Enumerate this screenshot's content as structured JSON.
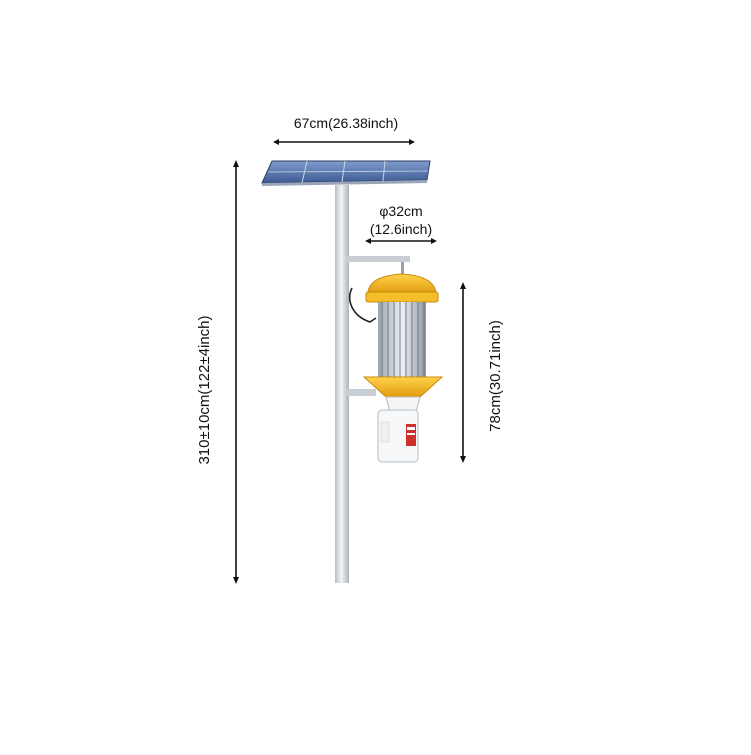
{
  "dimensions": {
    "panel_width": "67cm(26.38inch)",
    "lamp_diameter_cm": "φ32cm",
    "lamp_diameter_in": "(12.6inch)",
    "total_height": "310±10cm(122±4inch)",
    "lamp_height": "78cm(30.71inch)"
  },
  "colors": {
    "pole": "#e4e7ea",
    "panel": "#4f6fa8",
    "lamp_yellow": "#f2b51c",
    "dimension_lines": "#111111",
    "collector_label": "#d0302b"
  }
}
